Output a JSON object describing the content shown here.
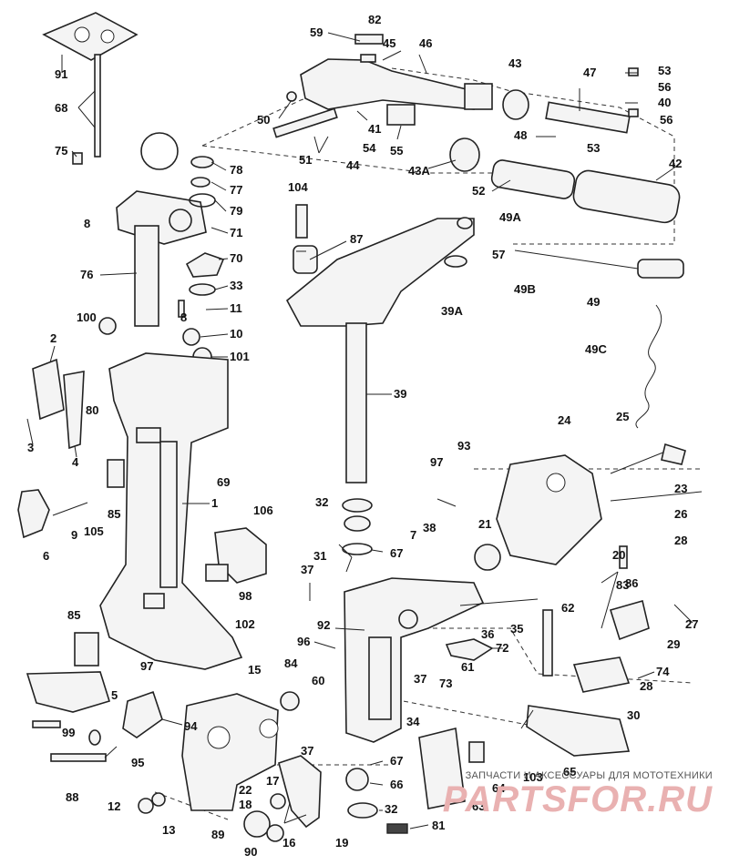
{
  "callouts": [
    "1",
    "2",
    "3",
    "4",
    "5",
    "6",
    "7",
    "8",
    "9",
    "10",
    "11",
    "12",
    "13",
    "15",
    "16",
    "17",
    "18",
    "19",
    "20",
    "21",
    "22",
    "23",
    "24",
    "25",
    "26",
    "27",
    "28",
    "29",
    "30",
    "31",
    "32",
    "33",
    "34",
    "35",
    "36",
    "37",
    "38",
    "39",
    "39A",
    "40",
    "41",
    "42",
    "43",
    "43A",
    "44",
    "45",
    "46",
    "47",
    "48",
    "49",
    "49A",
    "49B",
    "49C",
    "50",
    "51",
    "52",
    "53",
    "54",
    "55",
    "56",
    "57",
    "59",
    "60",
    "61",
    "62",
    "63",
    "64",
    "65",
    "66",
    "67",
    "68",
    "69",
    "70",
    "71",
    "72",
    "73",
    "74",
    "75",
    "76",
    "77",
    "78",
    "79",
    "80",
    "81",
    "82",
    "83",
    "84",
    "85",
    "86",
    "87",
    "88",
    "89",
    "90",
    "91",
    "92",
    "93",
    "94",
    "95",
    "96",
    "97",
    "98",
    "99",
    "100",
    "101",
    "102",
    "103",
    "104",
    "105",
    "106"
  ],
  "watermark": {
    "subtitle": "ЗАПЧАСТИ И АКСЕССУАРЫ ДЛЯ МОТОТЕХНИКИ",
    "logo": "PARTSFOR.RU"
  },
  "colors": {
    "line": "#222222",
    "background": "#ffffff",
    "watermark": "#e9b1b1"
  }
}
